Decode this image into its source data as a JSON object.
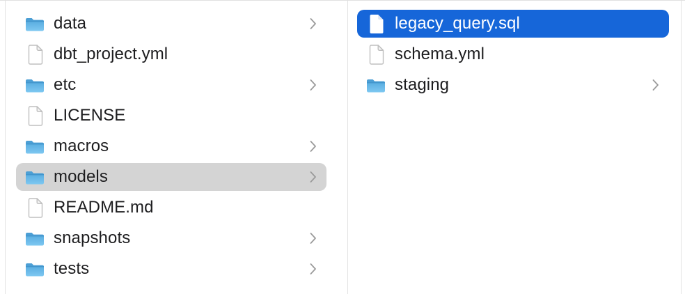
{
  "window": {
    "kind": "finder-column-view"
  },
  "colors": {
    "selection_active_blue": "#1666d9",
    "selection_inactive_gray": "#d4d4d4",
    "divider_gray": "#e2e2e2",
    "text": "#1d1d1f",
    "text_selected": "#ffffff",
    "folder_blue_top": "#4c9fd5",
    "folder_blue_body_top": "#58ace0",
    "folder_blue_body_bottom": "#7ec8f1",
    "chevron_gray": "#9a9a9a"
  },
  "columns": [
    {
      "id": "left",
      "items": [
        {
          "label": "data",
          "type": "folder",
          "chevron": true,
          "selected": "none"
        },
        {
          "label": "dbt_project.yml",
          "type": "file",
          "chevron": false,
          "selected": "none"
        },
        {
          "label": "etc",
          "type": "folder",
          "chevron": true,
          "selected": "none"
        },
        {
          "label": "LICENSE",
          "type": "file",
          "chevron": false,
          "selected": "none"
        },
        {
          "label": "macros",
          "type": "folder",
          "chevron": true,
          "selected": "none"
        },
        {
          "label": "models",
          "type": "folder",
          "chevron": true,
          "selected": "inactive"
        },
        {
          "label": "README.md",
          "type": "file",
          "chevron": false,
          "selected": "none"
        },
        {
          "label": "snapshots",
          "type": "folder",
          "chevron": true,
          "selected": "none"
        },
        {
          "label": "tests",
          "type": "folder",
          "chevron": true,
          "selected": "none"
        }
      ]
    },
    {
      "id": "right",
      "items": [
        {
          "label": "legacy_query.sql",
          "type": "file",
          "chevron": false,
          "selected": "active"
        },
        {
          "label": "schema.yml",
          "type": "file",
          "chevron": false,
          "selected": "none"
        },
        {
          "label": "staging",
          "type": "folder",
          "chevron": true,
          "selected": "none"
        }
      ]
    }
  ]
}
